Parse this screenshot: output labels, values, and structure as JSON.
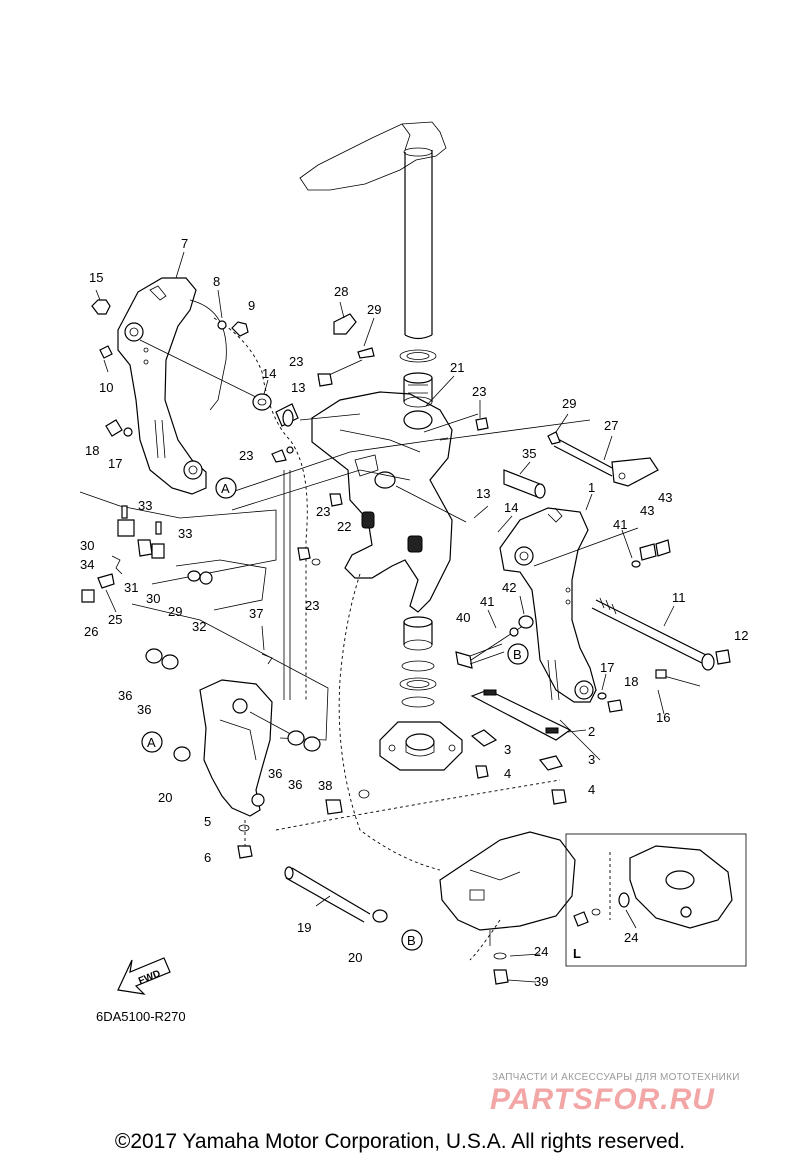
{
  "diagram_code": "6DA5100-R270",
  "fwd_label": "FWD",
  "inset_label": "L",
  "watermark_subtitle": "ЗАПЧАСТИ И АКСЕССУАРЫ ДЛЯ МОТОТЕХНИКИ",
  "watermark_logo": "PARTSFOR.RU",
  "copyright": "©2017 Yamaha Motor Corporation, U.S.A. All rights reserved.",
  "callouts": [
    {
      "id": "c7",
      "label": "7"
    },
    {
      "id": "c15",
      "label": "15"
    },
    {
      "id": "c8",
      "label": "8"
    },
    {
      "id": "c9",
      "label": "9"
    },
    {
      "id": "c10",
      "label": "10"
    },
    {
      "id": "c14a",
      "label": "14"
    },
    {
      "id": "c23a",
      "label": "23"
    },
    {
      "id": "c13a",
      "label": "13"
    },
    {
      "id": "c28",
      "label": "28"
    },
    {
      "id": "c29a",
      "label": "29"
    },
    {
      "id": "c21",
      "label": "21"
    },
    {
      "id": "c23b",
      "label": "23"
    },
    {
      "id": "c29b",
      "label": "29"
    },
    {
      "id": "c27",
      "label": "27"
    },
    {
      "id": "c18a",
      "label": "18"
    },
    {
      "id": "c17a",
      "label": "17"
    },
    {
      "id": "c23c",
      "label": "23"
    },
    {
      "id": "c35",
      "label": "35"
    },
    {
      "id": "c1",
      "label": "1"
    },
    {
      "id": "c43a",
      "label": "43"
    },
    {
      "id": "c43b",
      "label": "43"
    },
    {
      "id": "c33a",
      "label": "33"
    },
    {
      "id": "c13b",
      "label": "13"
    },
    {
      "id": "c14b",
      "label": "14"
    },
    {
      "id": "c41a",
      "label": "41"
    },
    {
      "id": "c23d",
      "label": "23"
    },
    {
      "id": "c22",
      "label": "22"
    },
    {
      "id": "c33b",
      "label": "33"
    },
    {
      "id": "c30a",
      "label": "30"
    },
    {
      "id": "c34",
      "label": "34"
    },
    {
      "id": "c31",
      "label": "31"
    },
    {
      "id": "c30b",
      "label": "30"
    },
    {
      "id": "c29c",
      "label": "29"
    },
    {
      "id": "c32",
      "label": "32"
    },
    {
      "id": "c23e",
      "label": "23"
    },
    {
      "id": "c42",
      "label": "42"
    },
    {
      "id": "c11",
      "label": "11"
    },
    {
      "id": "c26",
      "label": "26"
    },
    {
      "id": "c25",
      "label": "25"
    },
    {
      "id": "c41b",
      "label": "41"
    },
    {
      "id": "c40",
      "label": "40"
    },
    {
      "id": "c12",
      "label": "12"
    },
    {
      "id": "c37",
      "label": "37"
    },
    {
      "id": "c17b",
      "label": "17"
    },
    {
      "id": "c18b",
      "label": "18"
    },
    {
      "id": "c16",
      "label": "16"
    },
    {
      "id": "c36a",
      "label": "36"
    },
    {
      "id": "c36b",
      "label": "36"
    },
    {
      "id": "c2",
      "label": "2"
    },
    {
      "id": "c3a",
      "label": "3"
    },
    {
      "id": "c3b",
      "label": "3"
    },
    {
      "id": "c4a",
      "label": "4"
    },
    {
      "id": "c36c",
      "label": "36"
    },
    {
      "id": "c36d",
      "label": "36"
    },
    {
      "id": "c20a",
      "label": "20"
    },
    {
      "id": "c38",
      "label": "38"
    },
    {
      "id": "c4b",
      "label": "4"
    },
    {
      "id": "c5",
      "label": "5"
    },
    {
      "id": "c6",
      "label": "6"
    },
    {
      "id": "c19",
      "label": "19"
    },
    {
      "id": "c20b",
      "label": "20"
    },
    {
      "id": "c24a",
      "label": "24"
    },
    {
      "id": "c24b",
      "label": "24"
    },
    {
      "id": "c39",
      "label": "39"
    }
  ],
  "markers": [
    {
      "id": "mA1",
      "label": "A"
    },
    {
      "id": "mB1",
      "label": "B"
    },
    {
      "id": "mA2",
      "label": "A"
    },
    {
      "id": "mB2",
      "label": "B"
    }
  ]
}
